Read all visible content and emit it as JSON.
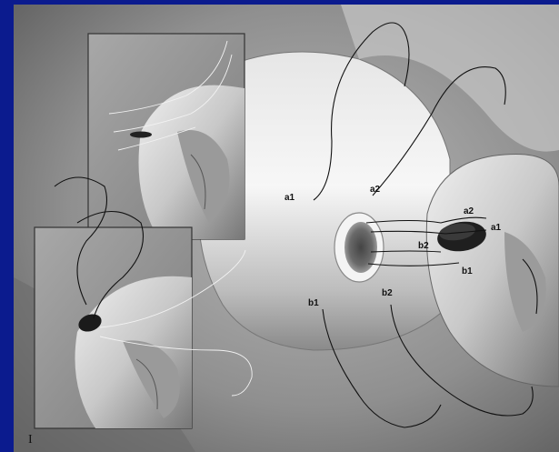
{
  "figure": {
    "panel_number": "I",
    "suture_labels": {
      "a1_left": "a1",
      "a2_left": "a2",
      "a1_right": "a1",
      "a2_right": "a2",
      "b2_mid": "b2",
      "b1_mid": "b1",
      "b1_bottom": "b1",
      "b2_bottom": "b2"
    }
  },
  "colors": {
    "border": "#0b1b8e",
    "background_gray": "#9a9a9a",
    "inset_frame": "#333333"
  }
}
